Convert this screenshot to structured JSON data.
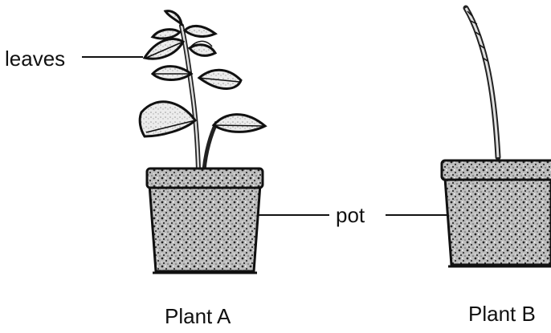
{
  "labels": {
    "leaves": "leaves",
    "pot": "pot"
  },
  "captions": {
    "plant_a": "Plant A",
    "plant_b": "Plant B"
  }
}
